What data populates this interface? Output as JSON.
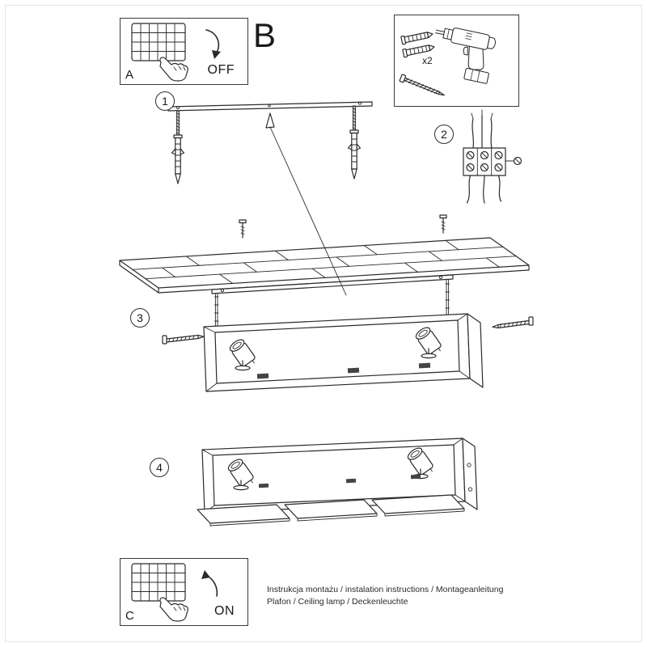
{
  "page": {
    "section_letter": "B",
    "footer_line1": "Instrukcja montażu / instalation instructions / Montageanleitung",
    "footer_line2": "Plafon / Ceiling lamp / Deckenleuchte"
  },
  "switch_boxes": {
    "off": {
      "label": "A",
      "state": "OFF"
    },
    "on": {
      "label": "C",
      "state": "ON"
    }
  },
  "tools": {
    "plug_count": "x2"
  },
  "steps": {
    "s1": "1",
    "s2": "2",
    "s3": "3",
    "s4": "4"
  },
  "colors": {
    "line": "#2b2b2b",
    "paper": "#ffffff"
  },
  "icons": {
    "light-switch-icon": "keypad grid pressed by hand",
    "rotate-arrow-icon": "curved switch-off arrow",
    "wall-plug-icon": "expansion wall anchor",
    "screw-icon": "mounting screw",
    "power-drill-icon": "cordless drill",
    "terminal-block-icon": "3-pole wire terminal",
    "ceiling-panel-icon": "wood plank ceiling panel",
    "spotlight-icon": "adjustable spot head"
  }
}
